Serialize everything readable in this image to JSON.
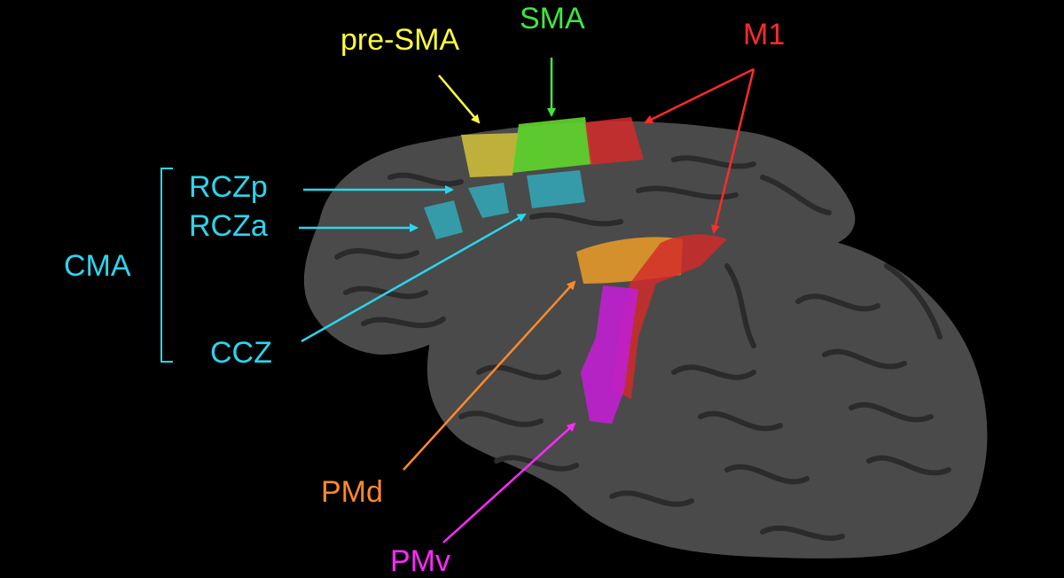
{
  "colors": {
    "background": "#000000",
    "cortex": "#4a4a4a",
    "sulcus": "#2b2b2b",
    "pre_sma": "#c9b83a",
    "sma": "#5fd22c",
    "m1": "#d42a2a",
    "cma": "#2fb7c9",
    "pmd": "#e2982a",
    "pmv": "#c21fd1",
    "label_yellow": "#ffff3c",
    "label_green": "#3ee83e",
    "label_red": "#ff2a2a",
    "label_cyan": "#2ad6ee",
    "label_orange": "#ff8a2a",
    "label_magenta": "#ff2aff"
  },
  "labels": {
    "pre_sma": "pre-SMA",
    "sma": "SMA",
    "m1": "M1",
    "rczp": "RCZp",
    "rcza": "RCZa",
    "cma": "CMA",
    "ccz": "CCZ",
    "pmd": "PMd",
    "pmv": "PMv"
  }
}
